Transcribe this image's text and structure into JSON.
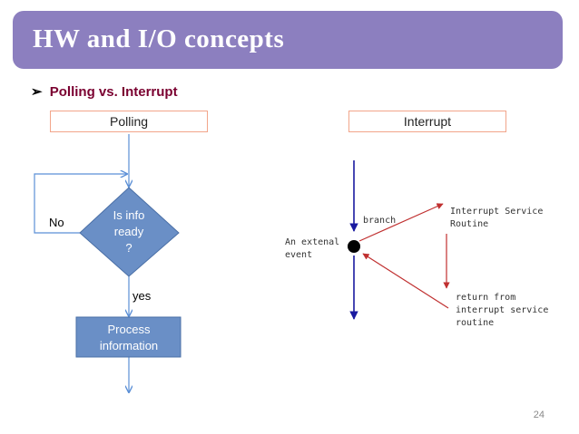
{
  "slide": {
    "title": "HW and I/O concepts",
    "bullet": "Polling vs. Interrupt",
    "page_number": "24"
  },
  "polling": {
    "header": "Polling",
    "decision_lines": [
      "Is info",
      "ready",
      "?"
    ],
    "no_label": "No",
    "yes_label": "yes",
    "process_lines": [
      "Process",
      "information"
    ]
  },
  "interrupt": {
    "header": "Interrupt",
    "event_lines": [
      "An extenal",
      "event"
    ],
    "branch_label": "branch",
    "isr_lines": [
      "Interrupt Service",
      "Routine"
    ],
    "return_lines": [
      "return from",
      "interrupt service",
      "routine"
    ]
  },
  "colors": {
    "title_bar": "#8c7fbf",
    "flow_line": "#5b8fd6",
    "diamond": "#6a8fc6",
    "process_box": "#6a8fc6",
    "main_arrow": "#1a1aa0",
    "interrupt_arrow": "#c03030"
  }
}
